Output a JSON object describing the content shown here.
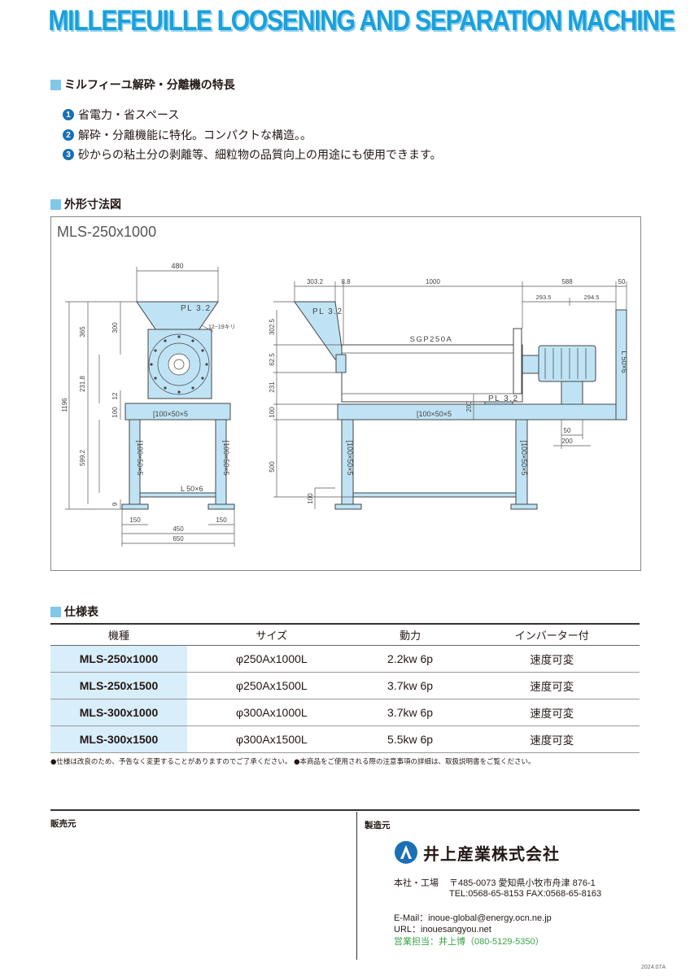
{
  "title": "MILLEFEUILLE LOOSENING AND SEPARATION MACHINE",
  "features": {
    "heading": "ミルフィーユ解砕・分離機の特長",
    "items": [
      {
        "num": "1",
        "text": "省電力・省スペース"
      },
      {
        "num": "2",
        "text": "解砕・分離機能に特化。コンパクトな構造。。"
      },
      {
        "num": "3",
        "text": "砂からの粘土分の剥離等、細粒物の品質向上の用途にも使用できます。"
      }
    ]
  },
  "drawing": {
    "heading": "外形寸法図",
    "model": "MLS-250x1000",
    "front": {
      "top_width": "480",
      "pl": "PL 3.2",
      "hole_note": "12−19キリ",
      "overall_height": "1196",
      "dims_left": [
        "365",
        "300",
        "231.8",
        "12",
        "100",
        "599.2",
        "9"
      ],
      "beam": "[100×50×5",
      "leg_left": "[100×50×5",
      "leg_right": "[100×50×5",
      "brace": "L 50×6",
      "foot_left": "150",
      "foot_right": "150",
      "base_inner": "450",
      "base_outer": "650"
    },
    "side": {
      "dims_top": [
        "303.2",
        "8.8",
        "1000",
        "588",
        "50"
      ],
      "dims_motor": [
        "293.5",
        "294.5"
      ],
      "pl_top": "PL 3.2",
      "pipe": "SGP250A",
      "pl_mid": "PL 3.2",
      "dims_left": [
        "302.5",
        "62.5",
        "231",
        "100",
        "500",
        "100"
      ],
      "dim_200_mid": "200",
      "beam": "[100×50×5",
      "leg_left": "[100×50×5",
      "leg_right": "[100×50×5",
      "post": "L 50×6",
      "dim_50": "50",
      "dim_200": "200"
    }
  },
  "spec": {
    "heading": "仕様表",
    "headers": [
      "機種",
      "サイズ",
      "動力",
      "インバーター付"
    ],
    "rows": [
      {
        "model": "MLS-250x1000",
        "size": "φ250Ax1000L",
        "power": "2.2kw 6p",
        "inverter": "速度可変"
      },
      {
        "model": "MLS-250x1500",
        "size": "φ250Ax1500L",
        "power": "3.7kw 6p",
        "inverter": "速度可変"
      },
      {
        "model": "MLS-300x1000",
        "size": "φ300Ax1000L",
        "power": "3.7kw 6p",
        "inverter": "速度可変"
      },
      {
        "model": "MLS-300x1500",
        "size": "φ300Ax1500L",
        "power": "5.5kw 6p",
        "inverter": "速度可変"
      }
    ],
    "note": "●仕様は改良のため、予告なく変更することがありますのでご了承ください。 ●本商品をご使用される際の注意事項の詳細は、取扱説明書をご覧ください。"
  },
  "footer": {
    "seller_label": "販売元",
    "maker_label": "製造元",
    "company": "井上産業株式会社",
    "address_label": "本社・工場",
    "address": "〒485-0073 愛知県小牧市舟津 876-1",
    "tel_fax": "TEL:0568-65-8153   FAX:0568-65-8163",
    "email": "E-Mail：inoue-global@energy.ocn.ne.jp",
    "url": "URL：inouesangyou.net",
    "contact": "営業担当：井上博（080-5129-5350）",
    "doc_code": "2024.07A"
  },
  "colors": {
    "accent": "#1aa0db",
    "section_square": "#7fc8ea",
    "frame_blue": "#bfe3f5",
    "model_cell": "#d8eefa",
    "contact_green": "#3aa34a"
  }
}
